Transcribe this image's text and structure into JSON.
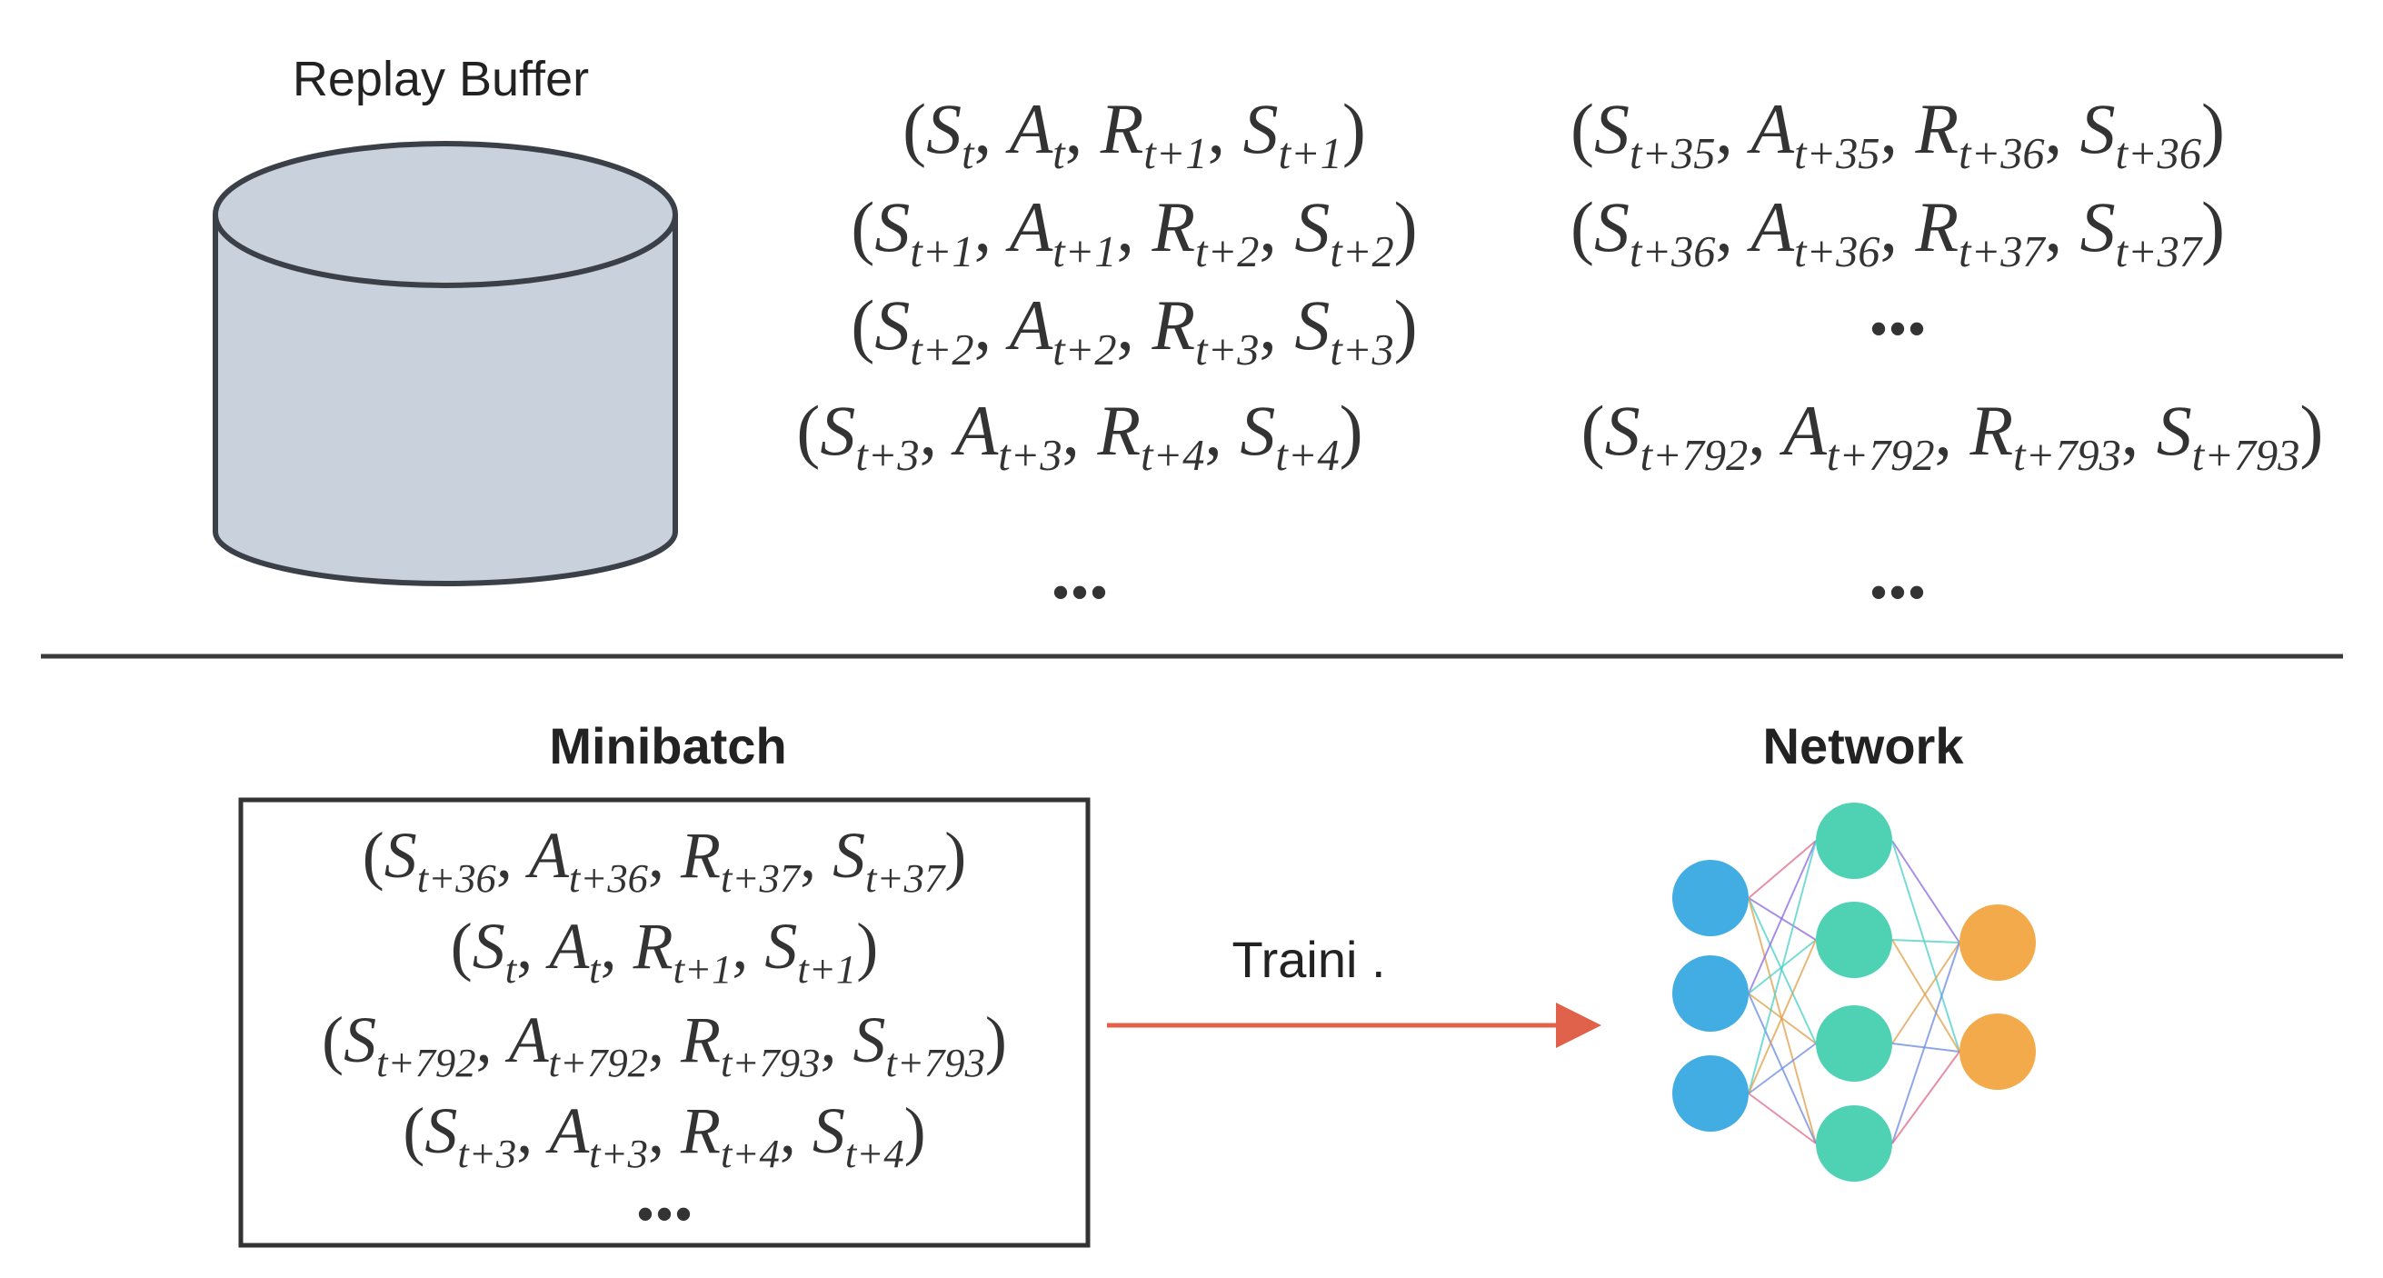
{
  "replay_buffer": {
    "title": "Replay Buffer",
    "fill_color": "#c9d1dc",
    "stroke_color": "#3b4048"
  },
  "buffer_entries": {
    "left_column": [
      {
        "s": "t",
        "a": "t",
        "r": "t+1",
        "s2": "t+1"
      },
      {
        "s": "t+1",
        "a": "t+1",
        "r": "t+2",
        "s2": "t+2"
      },
      {
        "s": "t+2",
        "a": "t+2",
        "r": "t+3",
        "s2": "t+3"
      },
      {
        "s": "t+3",
        "a": "t+3",
        "r": "t+4",
        "s2": "t+4"
      }
    ],
    "right_column": [
      {
        "s": "t+35",
        "a": "t+35",
        "r": "t+36",
        "s2": "t+36"
      },
      {
        "s": "t+36",
        "a": "t+36",
        "r": "t+37",
        "s2": "t+37"
      },
      {
        "s": "t+792",
        "a": "t+792",
        "r": "t+793",
        "s2": "t+793"
      }
    ],
    "ellipsis": "•••"
  },
  "minibatch": {
    "title": "Minibatch",
    "entries": [
      {
        "s": "t+36",
        "a": "t+36",
        "r": "t+37",
        "s2": "t+37"
      },
      {
        "s": "t",
        "a": "t",
        "r": "t+1",
        "s2": "t+1"
      },
      {
        "s": "t+792",
        "a": "t+792",
        "r": "t+793",
        "s2": "t+793"
      },
      {
        "s": "t+3",
        "a": "t+3",
        "r": "t+4",
        "s2": "t+4"
      }
    ],
    "ellipsis": "•••"
  },
  "arrow": {
    "label": "Traini .",
    "color": "#e0624a"
  },
  "network": {
    "title": "Network",
    "layers": [
      3,
      4,
      2
    ],
    "colors": [
      "#42ade3",
      "#4fd1b3",
      "#f2aa4a"
    ]
  },
  "divider_color": "#3a3a3a"
}
